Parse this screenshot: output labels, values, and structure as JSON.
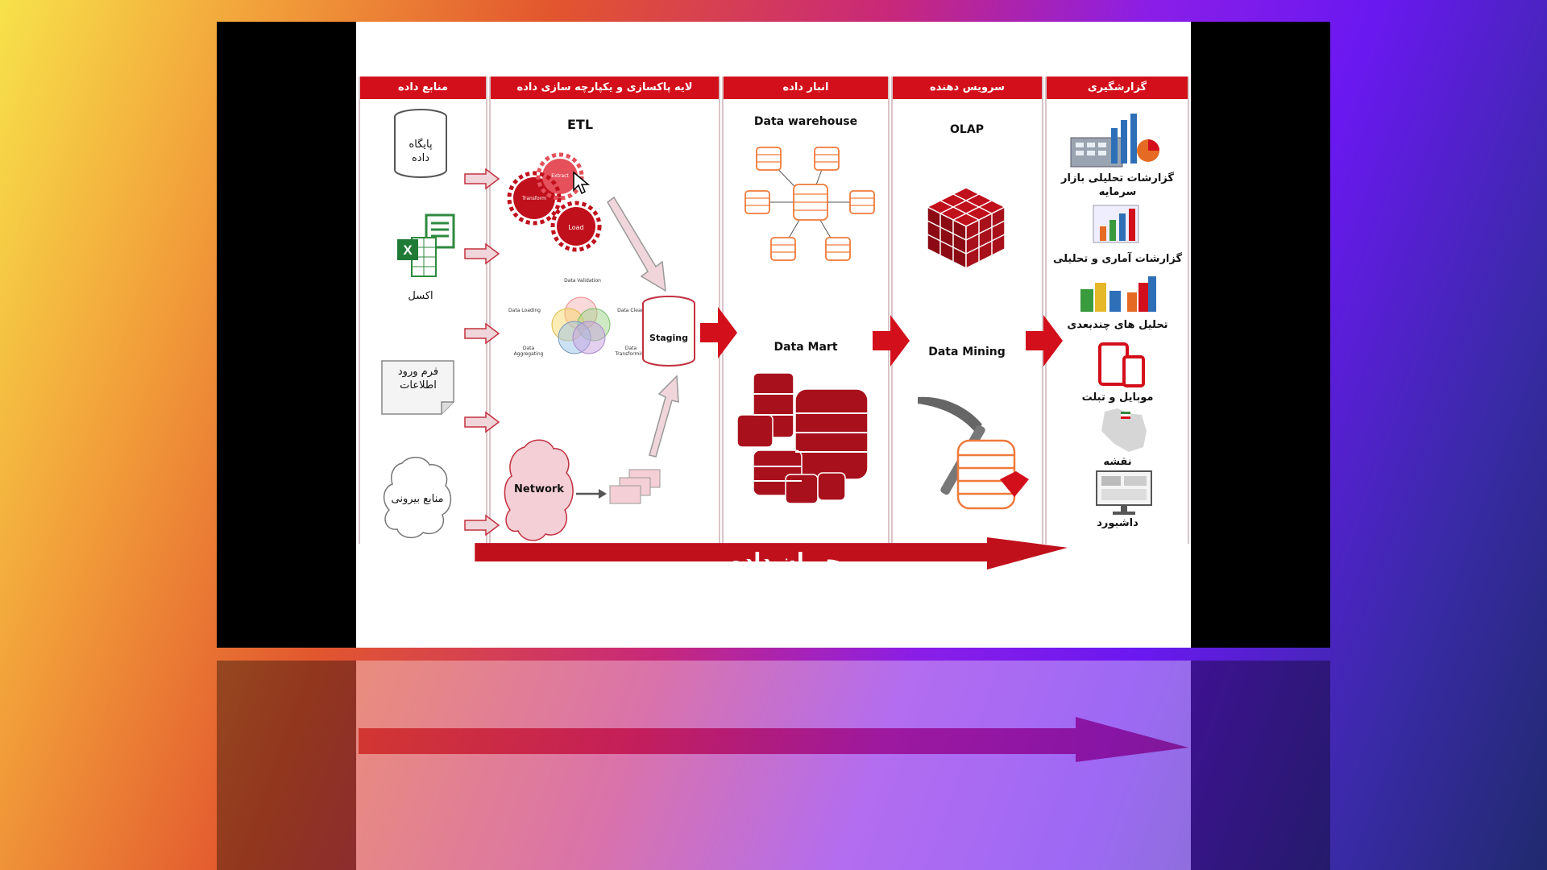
{
  "columns": {
    "sources": "منابع داده",
    "etl": "لایه پاکسازی و یکپارچه سازی داده",
    "warehouse": "انبار داده",
    "service": "سرویس دهنده",
    "reporting": "گزارشگیری"
  },
  "sources": {
    "database": "پایگاه\nداده",
    "excel": "اکسل",
    "form": "فرم ورود\nاطلاعات",
    "external": "منابع بیرونی"
  },
  "etl": {
    "title": "ETL",
    "gear_extract": "Extract",
    "gear_transform": "Transform",
    "gear_load": "Load",
    "venn_top": "Data Validation",
    "venn_left": "Data Loading",
    "venn_right": "Data Cleansing",
    "venn_bottom_left": "Data\nAggregating",
    "venn_bottom_right": "Data\nTransforming",
    "staging": "Staging",
    "network": "Network"
  },
  "warehouse": {
    "dw_title": "Data warehouse",
    "dm_title": "Data Mart"
  },
  "service": {
    "olap": "OLAP",
    "mining": "Data Mining"
  },
  "reporting": {
    "market": "گزارشات تحلیلی بازار\nسرمایه",
    "stats": "گزارشات آماری و تحلیلی",
    "multidim": "تحلیل های چندبعدی",
    "mobile": "موبایل و تبلت",
    "map": "نقشه",
    "dashboard": "داشبورد"
  },
  "flow_label": "جریان داده",
  "colors": {
    "accent": "#d20f1a",
    "dark_red": "#8b0a14",
    "orange": "#f07a3a"
  }
}
